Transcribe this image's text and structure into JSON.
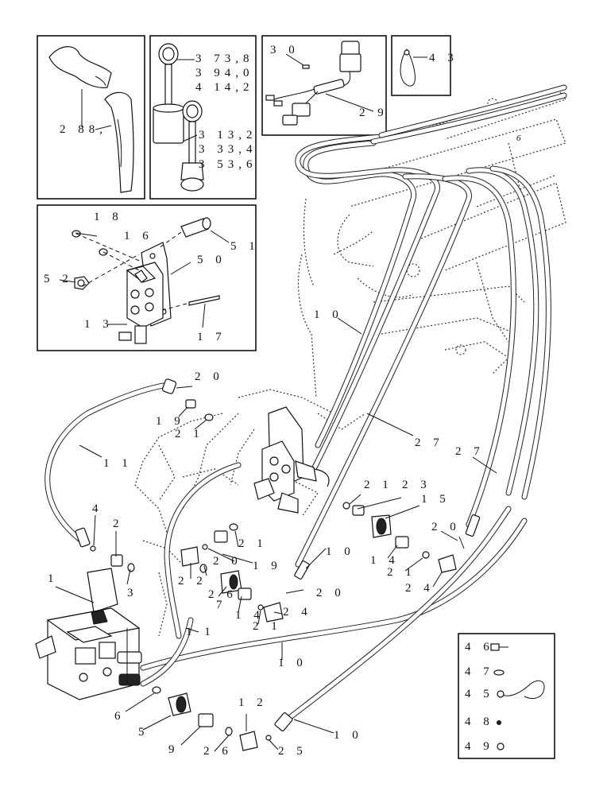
{
  "callouts": {
    "c288": "2 88,",
    "c373": "3 73,8",
    "c394": "3 94,0",
    "c414": "4 14,2",
    "c313": "3 13,2",
    "c333": "3 33,4",
    "c353": "3 53,6",
    "c30": "3 0",
    "c29": "2 9",
    "c43": "4 3",
    "c18": "1 8",
    "c16": "1 6",
    "c51": "5 1",
    "c50": "5 0",
    "c52": "5 2",
    "c13": "1 3",
    "c17": "1 7",
    "c10a": "1 0",
    "c20a": "2 0",
    "c19a": "1 9",
    "c21a": "2 1",
    "c27a": "2 7",
    "c27b": "2 7",
    "c11a": "1 1",
    "c21b": "2 1",
    "c23": "2 3",
    "c15": "1 5",
    "c4": "4",
    "c2a": "2",
    "c21c": "2 1",
    "c20b": "2 0",
    "c10b": "1 0",
    "c1": "1",
    "c3": "3",
    "c22": "2 2",
    "c20c": "2 0",
    "c19b": "1 9",
    "c14a": "1 4",
    "c21d": "2 1",
    "c24a": "2 4",
    "c26a": "2 6",
    "c7": "7",
    "c14b": "1 4",
    "c20d": "2 0",
    "c24b": "2 4",
    "c21e": "2 1",
    "c11b": "1 1",
    "c10c": "1 0",
    "c6": "6",
    "c12": "1 2",
    "c5": "5",
    "c9": "9",
    "c26b": "2 6",
    "c25": "2 5",
    "c10d": "1 0",
    "c46": "4 6",
    "c47": "4 7",
    "c45": "4 5",
    "c48": "4 8",
    "c49": "4 9",
    "c6small": "6"
  }
}
